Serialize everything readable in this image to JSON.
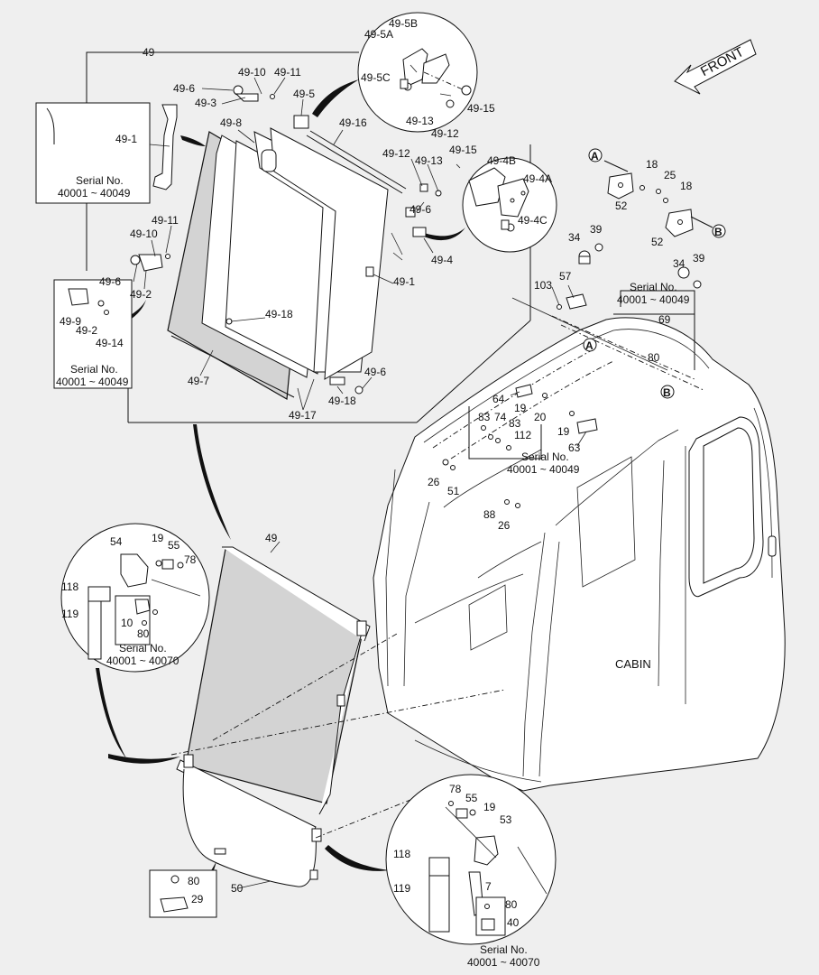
{
  "diagram": {
    "direction_label": "FRONT",
    "main_label": "CABIN",
    "serial_40001_40049": [
      "Serial No.",
      "40001 ~ 40049"
    ],
    "serial_40001_40070": [
      "Serial No.",
      "40001 ~ 40070"
    ],
    "callouts": [
      "49",
      "49-5A",
      "49-5B",
      "49-5C",
      "49-6",
      "49-10",
      "49-11",
      "49-3",
      "49-5",
      "49-13",
      "49-15",
      "49-12",
      "49-8",
      "49-16",
      "49-1",
      "49-4B",
      "49-4A",
      "49-4C",
      "49-4",
      "49-2",
      "49-9",
      "49-14",
      "49-7",
      "49-18",
      "49-17",
      "A",
      "B",
      "18",
      "25",
      "52",
      "34",
      "39",
      "57",
      "103",
      "69",
      "80",
      "64",
      "19",
      "20",
      "63",
      "83",
      "74",
      "112",
      "26",
      "51",
      "88",
      "54",
      "55",
      "78",
      "118",
      "119",
      "10",
      "53",
      "7",
      "40",
      "50",
      "29"
    ]
  }
}
